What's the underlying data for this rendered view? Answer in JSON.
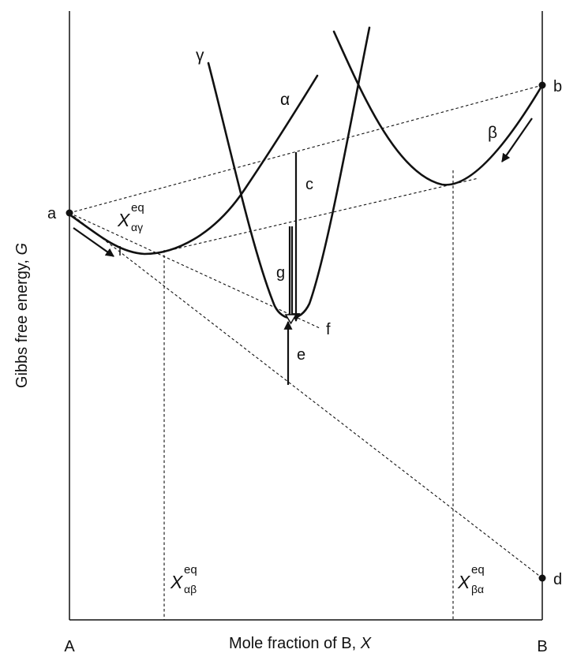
{
  "axes": {
    "x_label_text": "Mole fraction of B, ",
    "x_label_var": "X",
    "y_label_text": "Gibbs free energy, ",
    "y_label_var": "G",
    "left_end": "A",
    "right_end": "B"
  },
  "phases": {
    "gamma": "γ",
    "alpha": "α",
    "beta": "β"
  },
  "points": {
    "a": "a",
    "b": "b",
    "d": "d",
    "f": "f"
  },
  "steps": {
    "c": "c",
    "g": "g",
    "e": "e"
  },
  "compositions": {
    "x_alpha_gamma": {
      "symbol": "X",
      "sub": "αγ",
      "sup": "eq"
    },
    "x_alpha_beta": {
      "symbol": "X",
      "sub": "αβ",
      "sup": "eq"
    },
    "x_beta_alpha": {
      "symbol": "X",
      "sub": "βα",
      "sup": "eq"
    }
  },
  "colors": {
    "ink": "#111111",
    "background": "#ffffff"
  }
}
